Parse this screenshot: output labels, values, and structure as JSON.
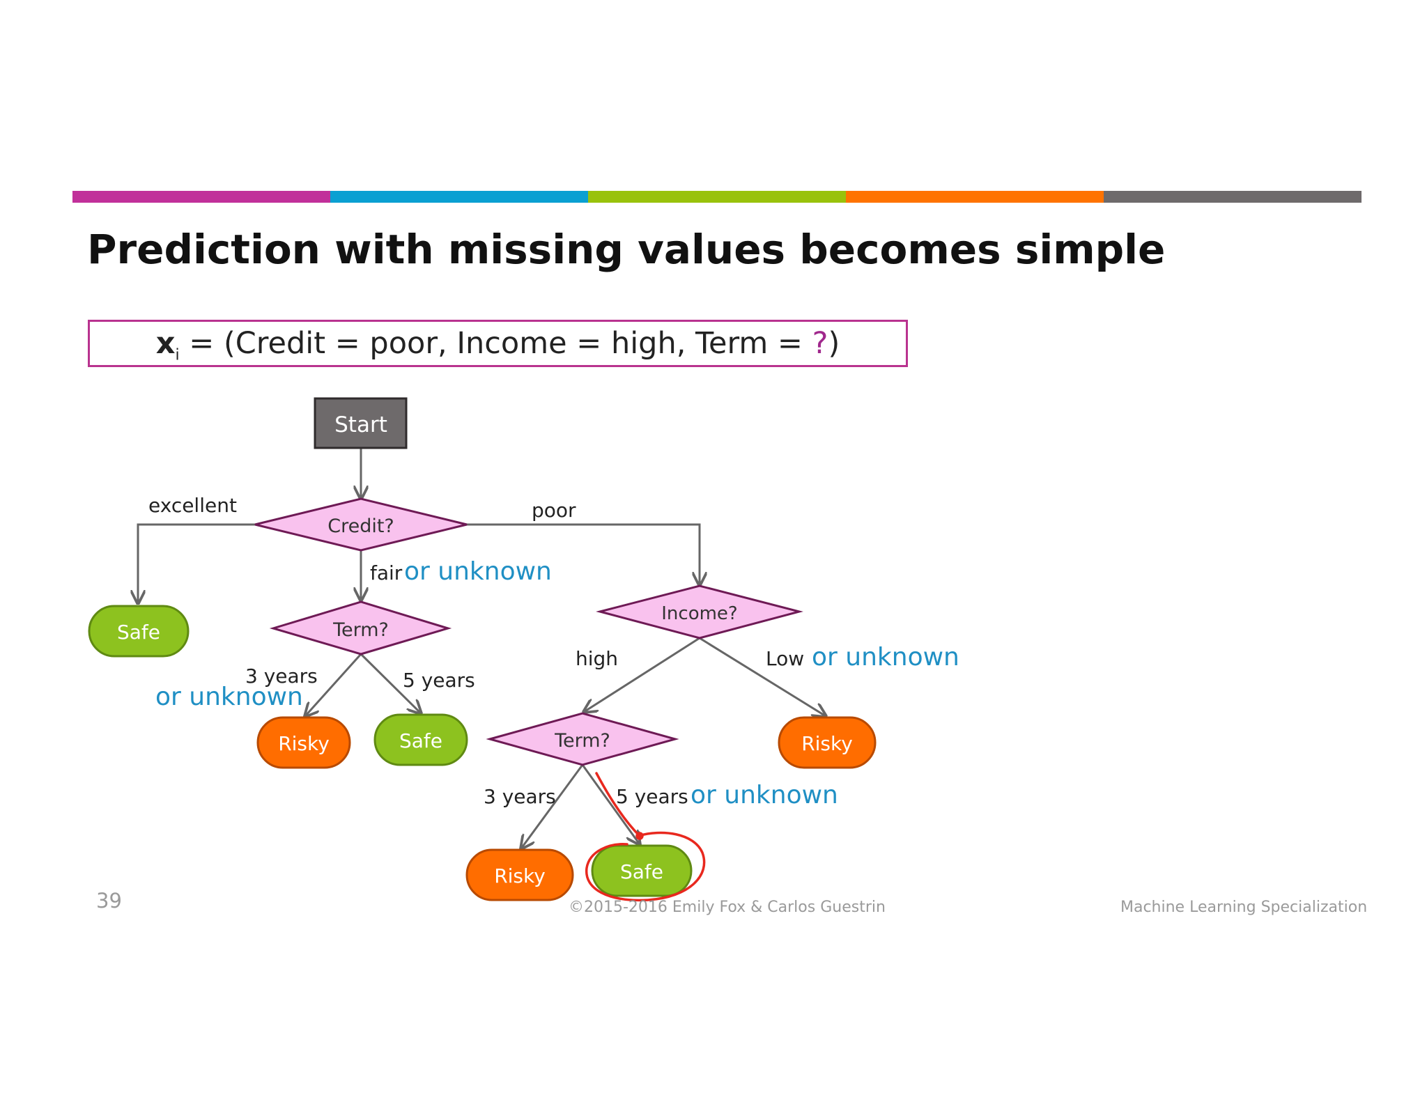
{
  "slide": {
    "title": "Prediction with missing values becomes simple",
    "page_number": "39",
    "copyright": "©2015-2016 Emily Fox & Carlos Guestrin",
    "course": "Machine Learning Specialization",
    "accent_colors": [
      "#c1309a",
      "#0aa0d2",
      "#99c20c",
      "#ff7300",
      "#6e6a6b"
    ]
  },
  "query": {
    "var": "x",
    "subscript": "i",
    "assign": " = (Credit = poor, Income = high, Term = ",
    "missing": "?",
    "close": ")"
  },
  "tree": {
    "start": "Start",
    "credit": "Credit?",
    "term_left": "Term?",
    "income": "Income?",
    "term_right": "Term?",
    "leaf_safe_excellent": "Safe",
    "leaf_risky_3y": "Risky",
    "leaf_safe_5y": "Safe",
    "leaf_risky_low": "Risky",
    "leaf_risky_3y_r": "Risky",
    "leaf_safe_5y_r": "Safe",
    "edge_excellent": "excellent",
    "edge_poor": "poor",
    "edge_fair": "fair",
    "edge_fair_unknown": "or unknown",
    "edge_3years": "3 years",
    "edge_3years_unknown": "or unknown",
    "edge_5years": "5 years",
    "edge_high": "high",
    "edge_low": "Low",
    "edge_low_unknown": "or unknown",
    "edge_3years_r": "3 years",
    "edge_5years_r": "5 years",
    "edge_5years_r_unknown": "or unknown"
  },
  "colors": {
    "decision_fill": "#f9c2ee",
    "decision_stroke": "#6e1a55",
    "safe_fill": "#8dc21f",
    "safe_stroke": "#5f8a12",
    "risky_fill": "#ff6d00",
    "risky_stroke": "#b84a00",
    "start_fill": "#6e6a6b",
    "unknown_text": "#1f8fc4",
    "annotation": "#e8281e"
  }
}
